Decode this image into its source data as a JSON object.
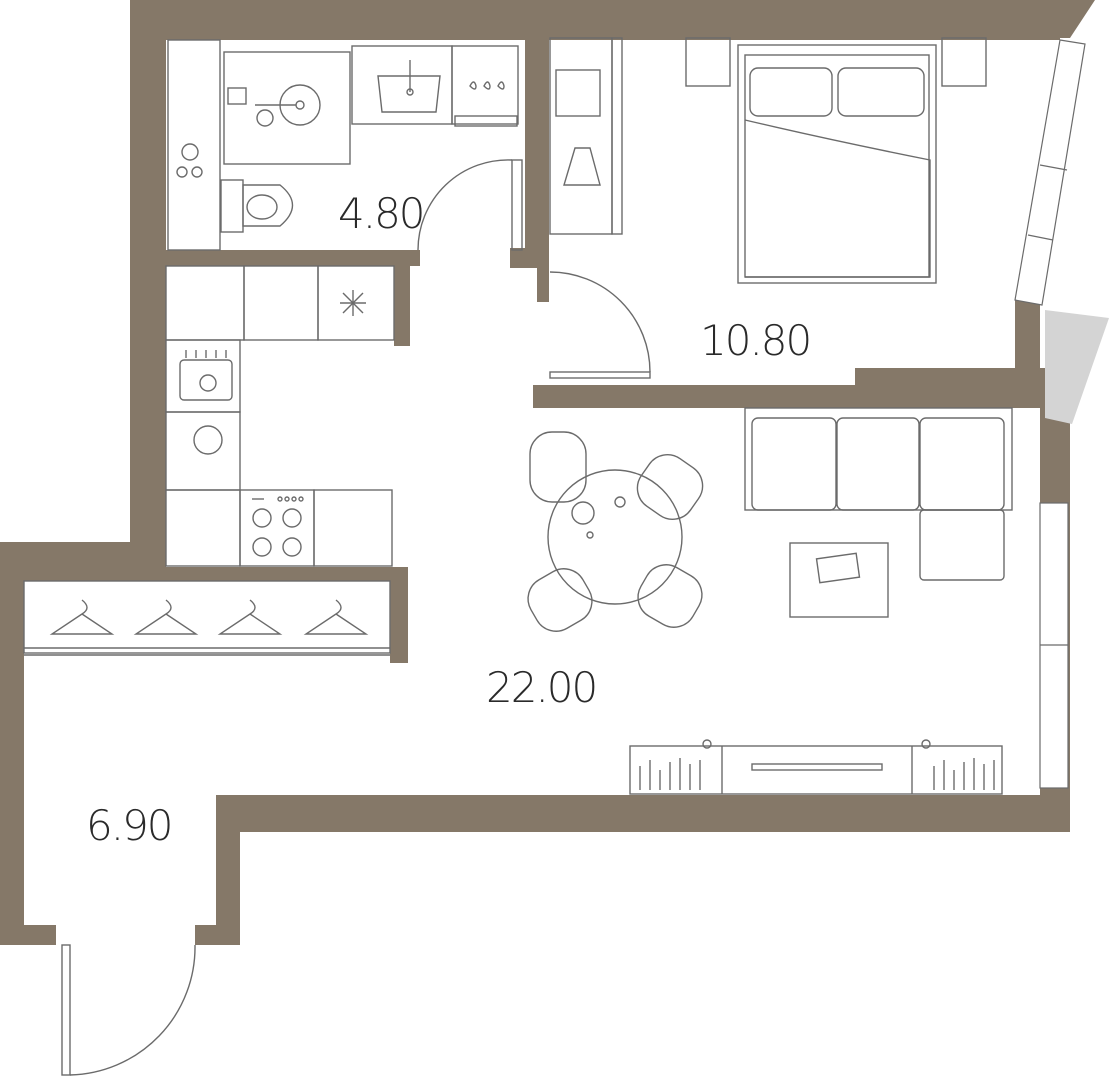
{
  "rooms": [
    {
      "id": "bathroom",
      "area": "4.80"
    },
    {
      "id": "bedroom",
      "area": "10.80"
    },
    {
      "id": "living",
      "area": "22.00"
    },
    {
      "id": "hallway",
      "area": "6.90"
    }
  ],
  "colors": {
    "wall": "#857868",
    "furniture_line": "#6b6b6b",
    "balcony": "#d4d4d4",
    "background": "#ffffff"
  }
}
